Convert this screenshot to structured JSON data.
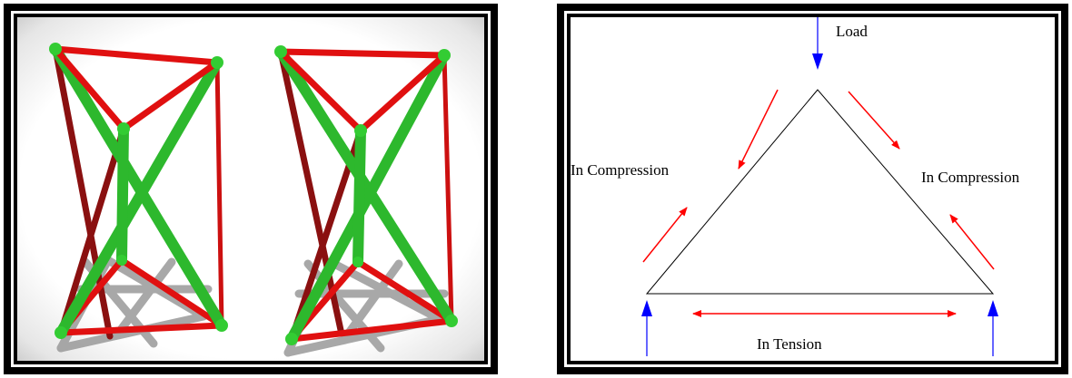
{
  "left_panel": {
    "colors": {
      "compression_strut": "#2db82d",
      "tension_cable": "#e01010",
      "dark_cable": "#8a1010",
      "shadow": "#9a9a9a"
    }
  },
  "right_panel": {
    "labels": {
      "load": "Load",
      "left_side": "In Compression",
      "right_side": "In Compression",
      "bottom": "In Tension"
    },
    "colors": {
      "force_arrow": "#0000ff",
      "stress_arrow": "#ff0000",
      "triangle": "#000000"
    }
  }
}
